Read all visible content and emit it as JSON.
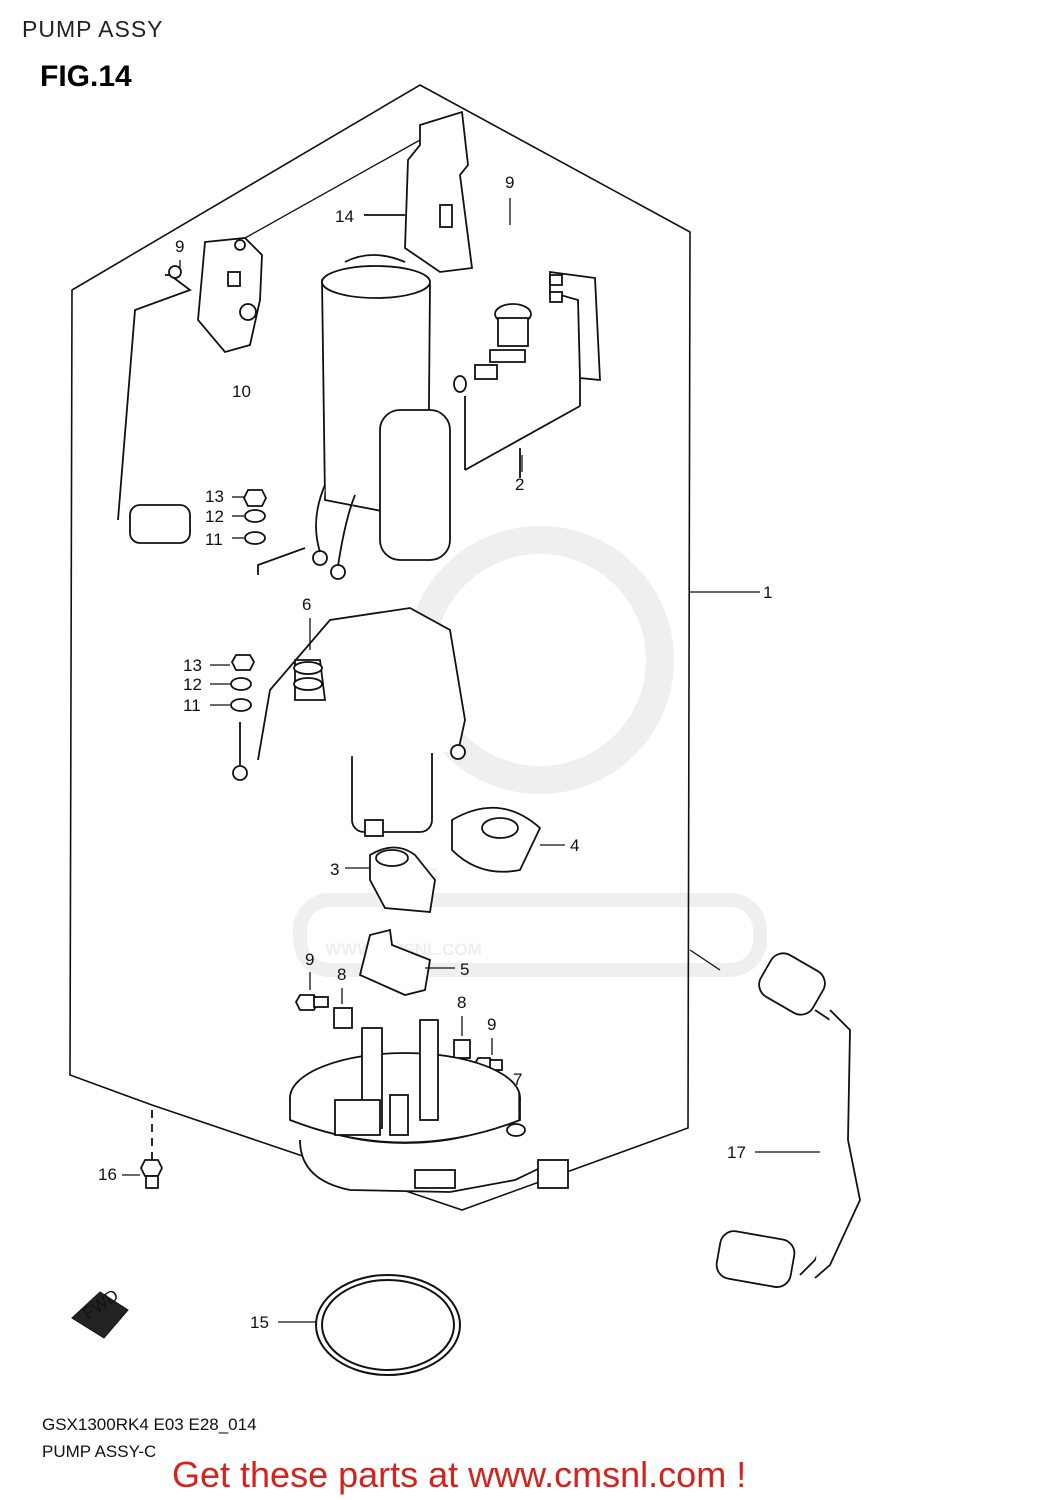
{
  "header": {
    "title": "PUMP ASSY"
  },
  "figure": {
    "label": "FIG.14"
  },
  "footer": {
    "model_code": "GSX1300RK4 E03 E28_014",
    "subtitle": "PUMP ASSY-C",
    "promo": "Get these parts at www.cmsnl.com !"
  },
  "watermark": {
    "brand": "CMS",
    "url": "WWW.CMSNL.COM"
  },
  "arrow": {
    "label": "FWD"
  },
  "callouts": {
    "c1": "1",
    "c2": "2",
    "c3": "3",
    "c4": "4",
    "c5": "5",
    "c6": "6",
    "c7": "7",
    "c8a": "8",
    "c8b": "8",
    "c9a": "9",
    "c9b": "9",
    "c9c": "9",
    "c9d": "9",
    "c10": "10",
    "c11a": "11",
    "c11b": "11",
    "c12a": "12",
    "c12b": "12",
    "c13a": "13",
    "c13b": "13",
    "c14": "14",
    "c15": "15",
    "c16": "16",
    "c17": "17"
  }
}
